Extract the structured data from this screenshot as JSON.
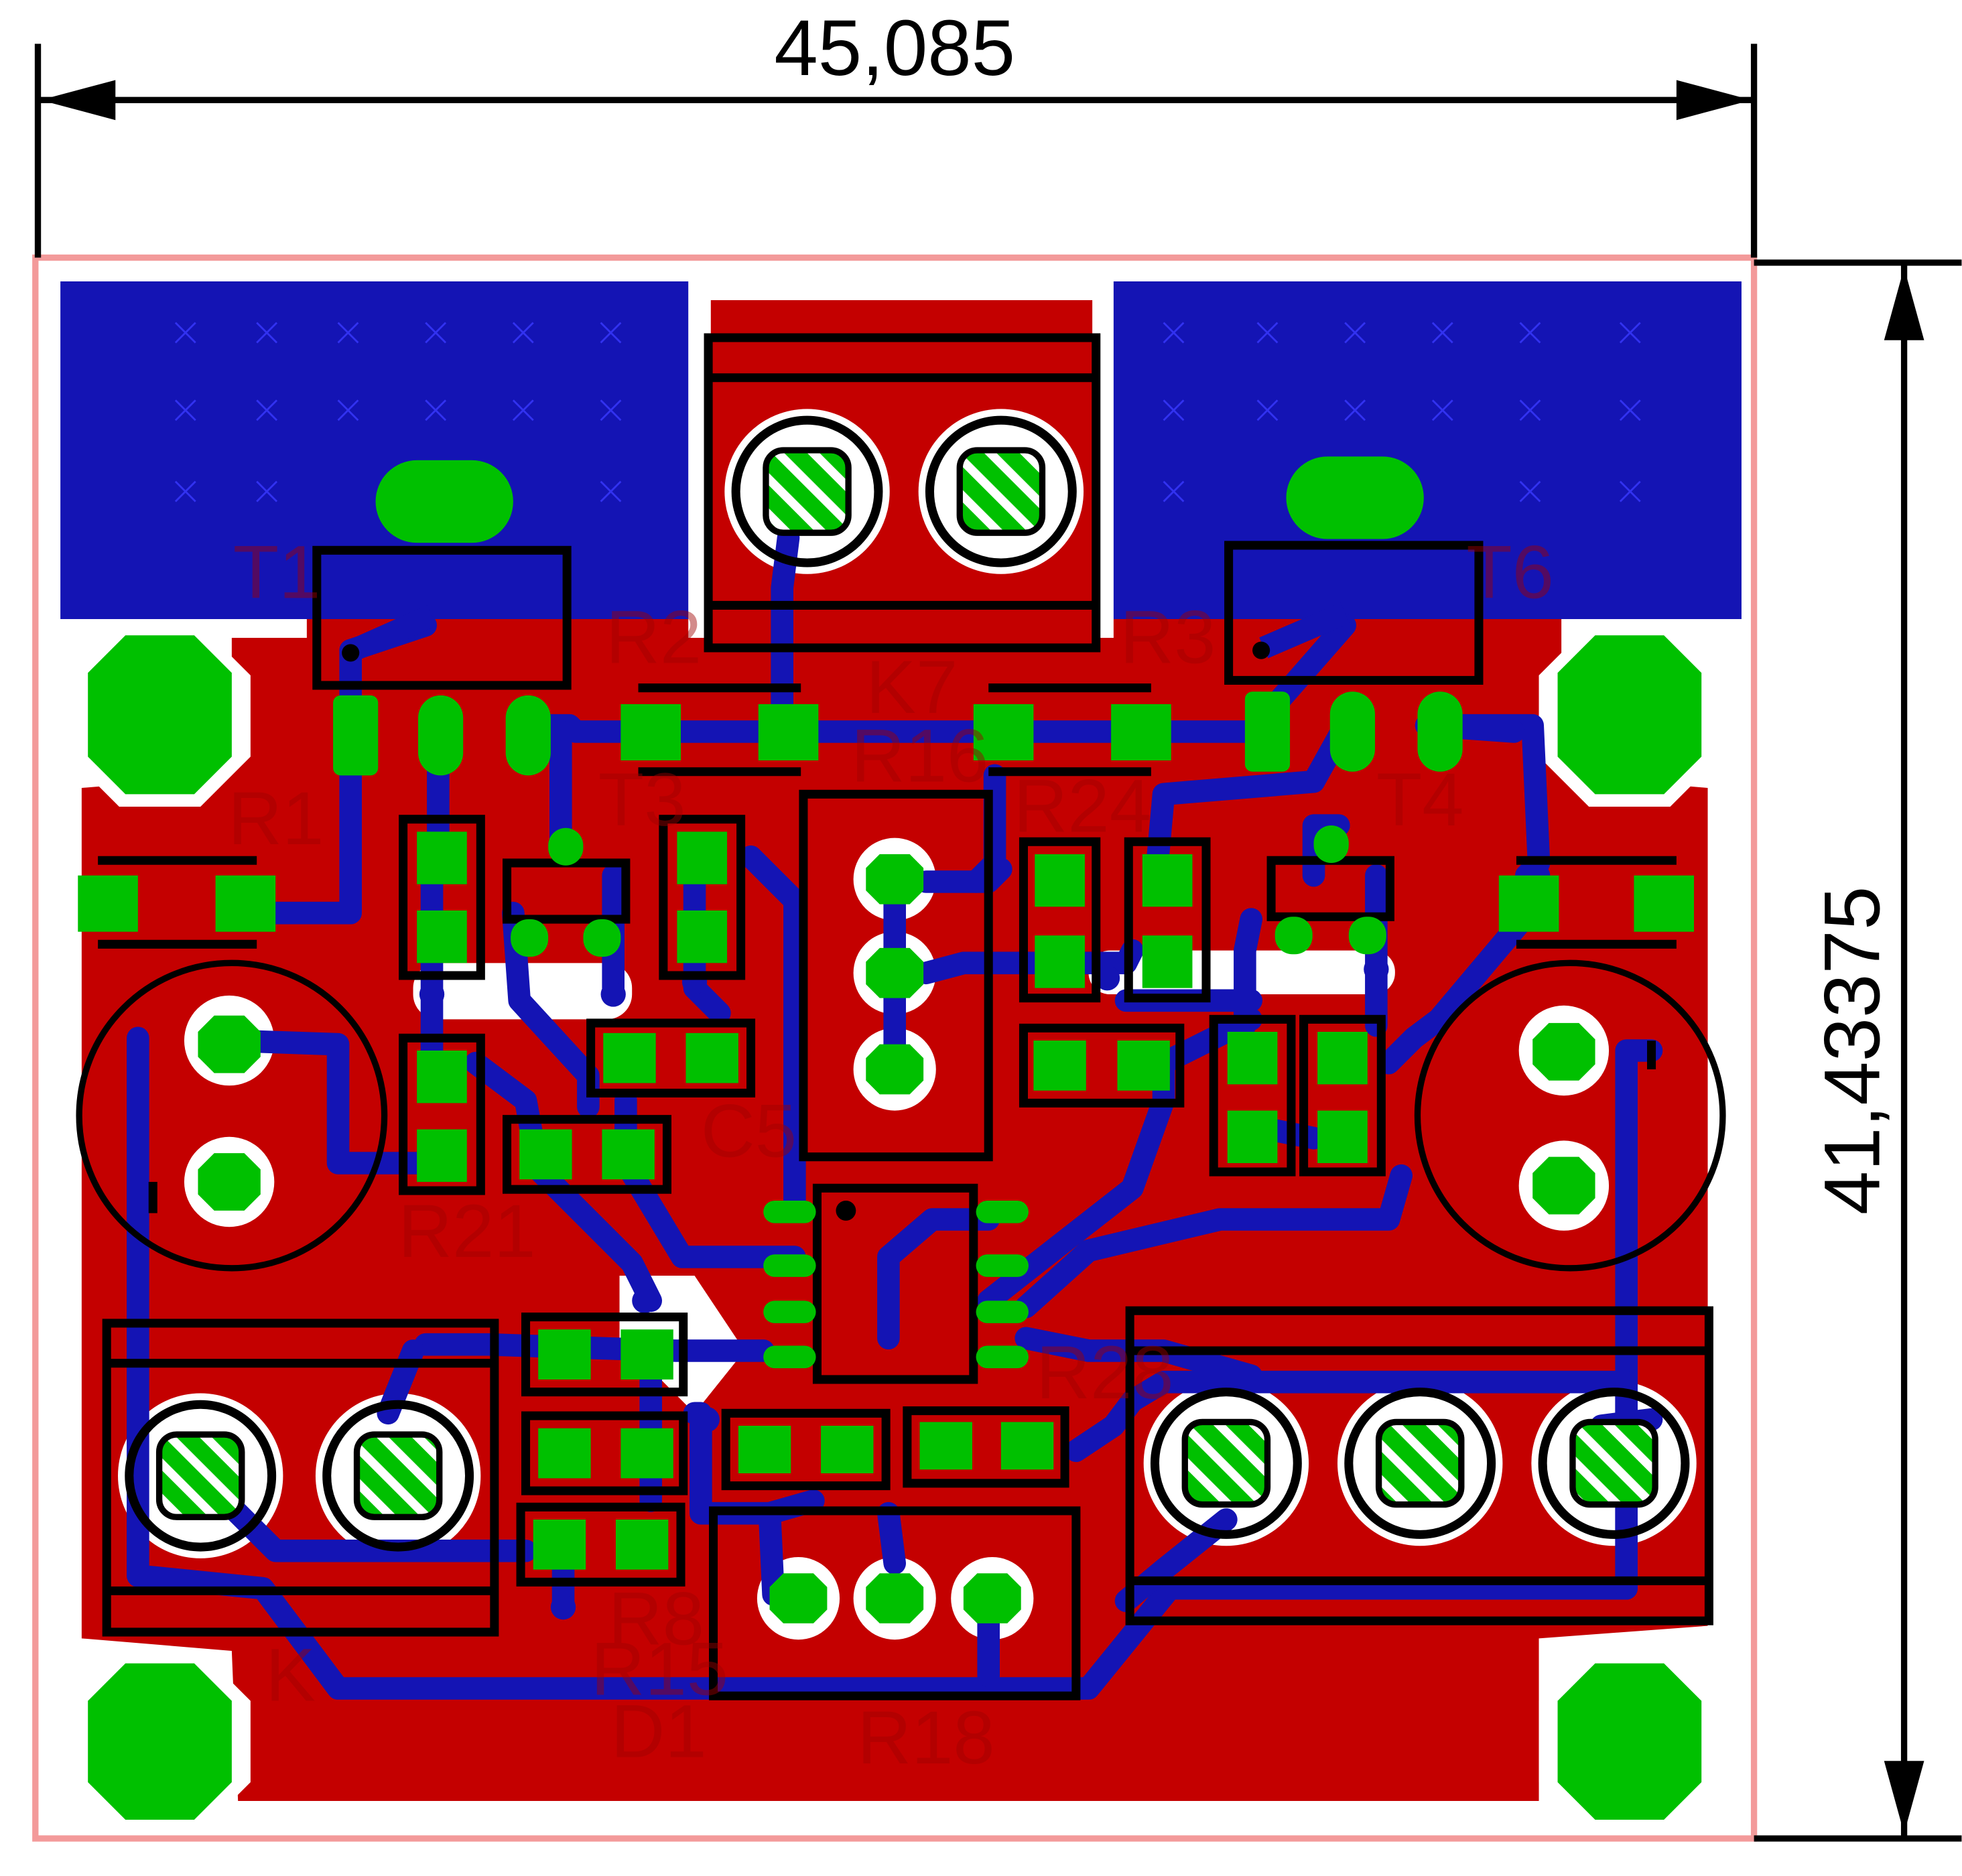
{
  "dimensions": {
    "width": "45,085",
    "height": "41,43375"
  },
  "colors": {
    "background": "#ffffff",
    "outline": "#f39a9a",
    "copper_top": "#c40000",
    "copper_bottom": "#1414b4",
    "pad": "#00c000",
    "silkscreen": "#000000",
    "dimension": "#000000"
  },
  "components": [
    {
      "ref": "T1"
    },
    {
      "ref": "T6"
    },
    {
      "ref": "R1"
    },
    {
      "ref": "R2"
    },
    {
      "ref": "R3"
    },
    {
      "ref": "K7"
    },
    {
      "ref": "R16"
    },
    {
      "ref": "T3"
    },
    {
      "ref": "T4"
    },
    {
      "ref": "R24"
    },
    {
      "ref": "R21"
    },
    {
      "ref": "C5"
    },
    {
      "ref": "R28"
    },
    {
      "ref": "R8"
    },
    {
      "ref": "R15"
    },
    {
      "ref": "D1"
    },
    {
      "ref": "R18"
    },
    {
      "ref": "K"
    }
  ]
}
